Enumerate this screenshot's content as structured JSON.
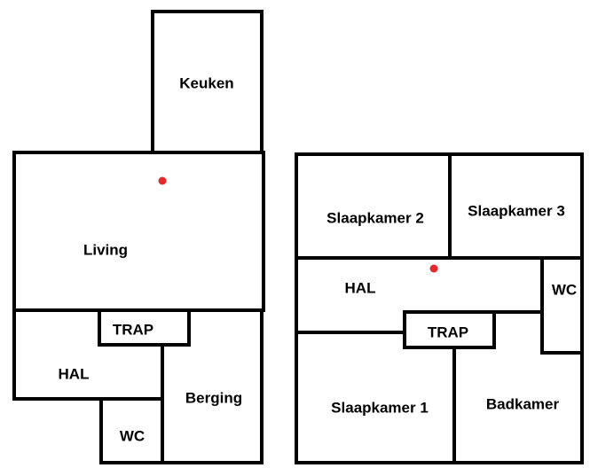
{
  "colors": {
    "walls": "#000000",
    "background": "#ffffff",
    "marker": "#e8272a"
  },
  "ground_floor": {
    "rooms": {
      "keuken": "Keuken",
      "living": "Living",
      "trap": "TRAP",
      "hal": "HAL",
      "berging": "Berging",
      "wc": "WC"
    }
  },
  "upper_floor": {
    "rooms": {
      "slaapkamer_2": "Slaapkamer 2",
      "slaapkamer_3": "Slaapkamer 3",
      "hal": "HAL",
      "wc": "WC",
      "trap": "TRAP",
      "slaapkamer_1": "Slaapkamer 1",
      "badkamer": "Badkamer"
    }
  }
}
